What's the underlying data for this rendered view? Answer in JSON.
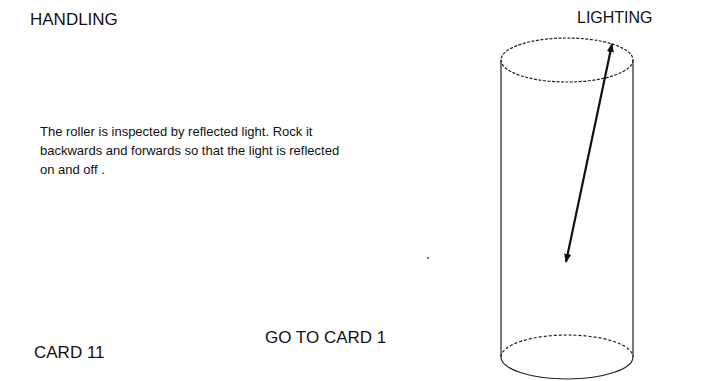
{
  "diagram": {
    "labels": [
      "HANDLING",
      "LIGHTING",
      "The roller is inspected by reflected light. Rock it backwards and forwards so that the light is reflected on and off .",
      "CARD 11",
      "GO TO CARD 1"
    ]
  }
}
